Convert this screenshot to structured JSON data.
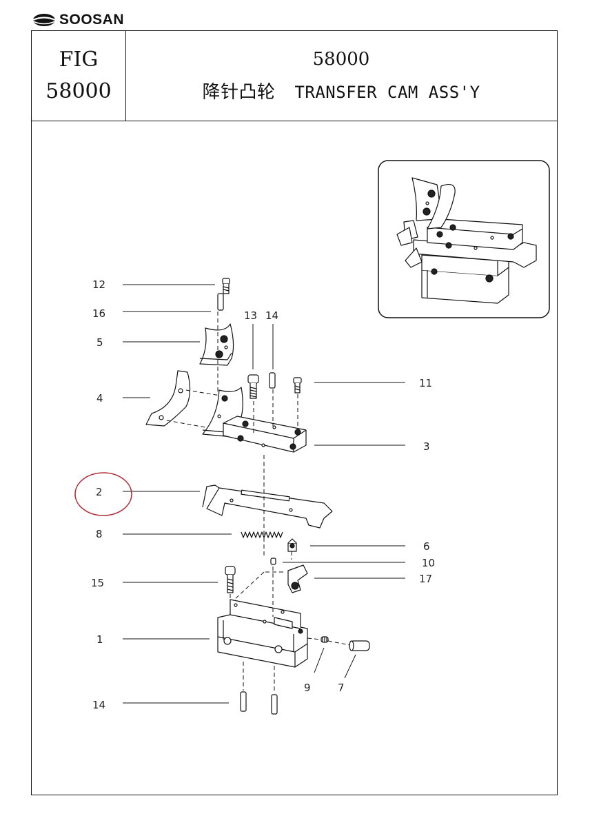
{
  "brand": {
    "name": "SOOSAN",
    "logo_icon": "soosan-logo-icon"
  },
  "header": {
    "fig_label": "FIG",
    "fig_number": "58000",
    "part_number": "58000",
    "title_cn": "降针凸轮",
    "title_en": "TRANSFER CAM ASS'Y"
  },
  "callouts": [
    {
      "id": "c12",
      "label": "12"
    },
    {
      "id": "c16",
      "label": "16"
    },
    {
      "id": "c5",
      "label": "5"
    },
    {
      "id": "c13",
      "label": "13"
    },
    {
      "id": "c14a",
      "label": "14"
    },
    {
      "id": "c11",
      "label": "11"
    },
    {
      "id": "c4",
      "label": "4"
    },
    {
      "id": "c3",
      "label": "3"
    },
    {
      "id": "c2",
      "label": "2"
    },
    {
      "id": "c8",
      "label": "8"
    },
    {
      "id": "c6",
      "label": "6"
    },
    {
      "id": "c10",
      "label": "10"
    },
    {
      "id": "c15",
      "label": "15"
    },
    {
      "id": "c17",
      "label": "17"
    },
    {
      "id": "c1",
      "label": "1"
    },
    {
      "id": "c9",
      "label": "9"
    },
    {
      "id": "c7",
      "label": "7"
    },
    {
      "id": "c14b",
      "label": "14"
    }
  ],
  "highlight": {
    "part": "2",
    "color": "#b0303a"
  },
  "colors": {
    "line": "#111111",
    "part_fill": "#ffffff",
    "hole": "#222222"
  }
}
